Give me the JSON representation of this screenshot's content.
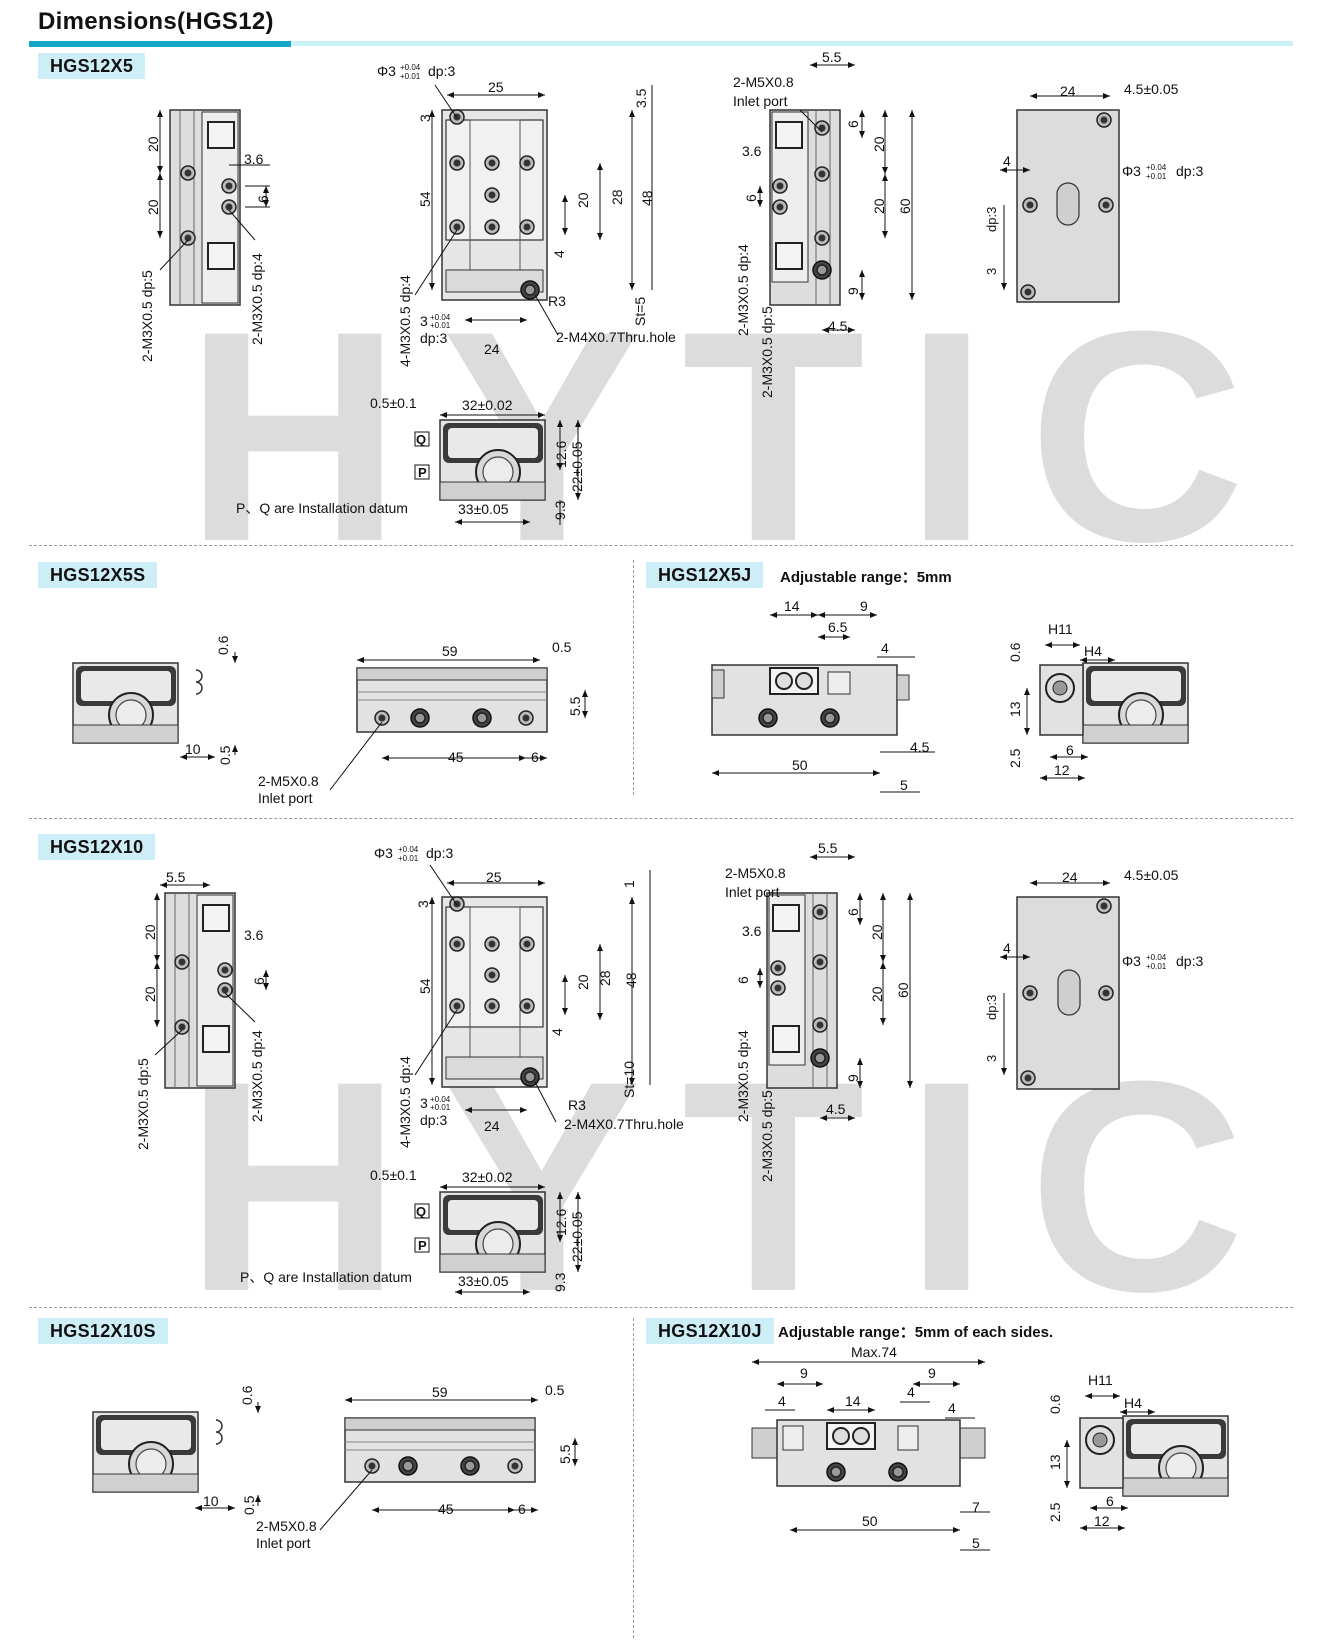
{
  "page_title": "Dimensions(HGS12)",
  "watermark": "HYTIC",
  "sections": {
    "hgs12x5": {
      "label": "HGS12X5",
      "datum_note": "P、Q are Installation datum",
      "dims": {
        "phi": "Φ3",
        "phi_tol_upper": "+0.04",
        "phi_tol_lower": "+0.01",
        "phi_depth": "dp:3",
        "top_25": "25",
        "top_3_5": "3.5",
        "side_3": "3",
        "side_54": "54",
        "d_20": "20",
        "d_28": "28",
        "d_48": "48",
        "d_4": "4",
        "st": "St=5",
        "r3": "R3",
        "thru_hole": "2-M4X0.7Thru.hole",
        "bottom_24": "24",
        "m3_dp4_4": "4-M3X0.5 dp:4",
        "hole3_dp": "dp:3",
        "hole3": "3",
        "l_20a": "20",
        "l_20b": "20",
        "l_3_6": "3.6",
        "l_6": "6",
        "m3_dp5": "2-M3X0.5 dp:5",
        "m3_dp4": "2-M3X0.5 dp:4",
        "port": "2-M5X0.8",
        "port_label": "Inlet port",
        "r_5_5": "5.5",
        "r_3_6": "3.6",
        "r_6a": "6",
        "r_6b": "6",
        "r_20a": "20",
        "r_20b": "20",
        "r_60": "60",
        "r_9": "9",
        "r_4_5": "4.5",
        "b_24": "24",
        "b_4_5": "4.5±0.05",
        "b_4": "4",
        "b_dp3": "dp:3",
        "b_3": "3",
        "e_0_5": "0.5±0.1",
        "e_32": "32±0.02",
        "e_12_6": "12.6",
        "e_22": "22±0.05",
        "e_33": "33±0.05",
        "e_9_3": "9.3",
        "e_q": "Q",
        "e_p": "P"
      }
    },
    "hgs12x5s": {
      "label": "HGS12X5S",
      "d_0_6": "0.6",
      "d_10": "10",
      "d_0_5": "0.5",
      "d_59": "59",
      "d_0_5b": "0.5",
      "d_5_5": "5.5",
      "d_45": "45",
      "d_6": "6",
      "port": "2-M5X0.8",
      "port_label": "Inlet port"
    },
    "hgs12x5j": {
      "label": "HGS12X5J",
      "note": "Adjustable range：5mm",
      "d_14": "14",
      "d_9": "9",
      "d_6_5": "6.5",
      "d_4": "4",
      "d_4_5": "4.5",
      "d_50": "50",
      "d_5": "5",
      "d_h11": "H11",
      "d_h4": "H4",
      "d_0_6": "0.6",
      "d_13": "13",
      "d_2_5": "2.5",
      "d_6": "6",
      "d_12": "12"
    },
    "hgs12x10": {
      "label": "HGS12X10",
      "datum_note": "P、Q are Installation datum",
      "dims": {
        "top_1": "1",
        "st": "St=10",
        "l_5_5": "5.5"
      }
    },
    "hgs12x10s": {
      "label": "HGS12X10S",
      "d_0_6": "0.6",
      "d_10": "10",
      "d_0_5": "0.5",
      "d_59": "59",
      "d_0_5b": "0.5",
      "d_5_5": "5.5",
      "d_45": "45",
      "d_6": "6",
      "port": "2-M5X0.8",
      "port_label": "Inlet port"
    },
    "hgs12x10j": {
      "label": "HGS12X10J",
      "note": "Adjustable range：5mm of each sides.",
      "d_max": "Max.74",
      "d_9a": "9",
      "d_9b": "9",
      "d_4a": "4",
      "d_14": "14",
      "d_4b": "4",
      "d_4c": "4",
      "d_50": "50",
      "d_7": "7",
      "d_5": "5",
      "d_h11": "H11",
      "d_h4": "H4",
      "d_0_6": "0.6",
      "d_13": "13",
      "d_2_5": "2.5",
      "d_6": "6",
      "d_12": "12"
    }
  },
  "colors": {
    "accent": "#16a8c4",
    "label_bg": "#cdeef7",
    "part_fill": "#dedede",
    "part_dark": "#3a3a3a"
  }
}
